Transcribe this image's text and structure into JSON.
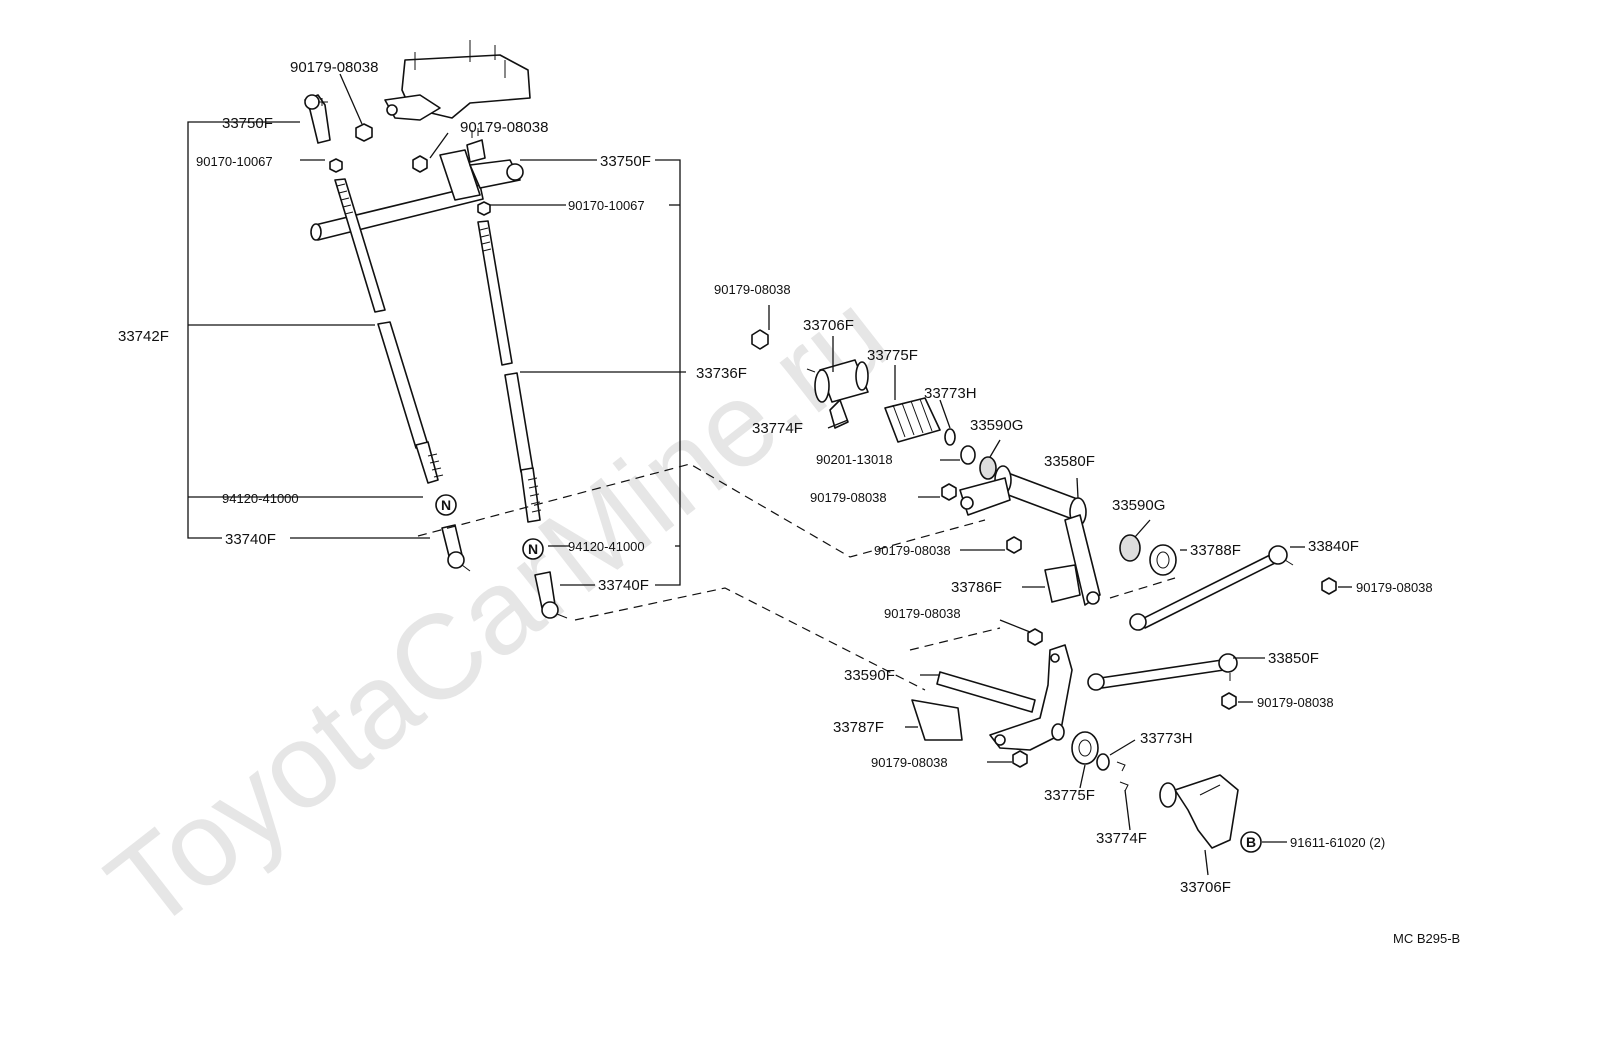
{
  "watermark": "ToyotaCarMine.ru",
  "figure_code": "MC B295-B",
  "labels": {
    "p_90179_08038_a": "90179-08038",
    "p_33750F_left": "33750F",
    "p_90179_08038_b": "90179-08038",
    "p_90170_10067_left": "90170-10067",
    "p_33750F_right": "33750F",
    "p_90170_10067_right": "90170-10067",
    "p_33742F": "33742F",
    "p_33736F": "33736F",
    "p_94120_41000_left": "94120-41000",
    "p_33740F_left": "33740F",
    "p_94120_41000_right": "94120-41000",
    "p_33740F_right": "33740F",
    "p_90179_08038_c": "90179-08038",
    "p_33706F_top": "33706F",
    "p_33775F_top": "33775F",
    "p_33773H_top": "33773H",
    "p_33774F_top": "33774F",
    "p_33590G_top": "33590G",
    "p_90201_13018": "90201-13018",
    "p_33580F": "33580F",
    "p_90179_08038_d": "90179-08038",
    "p_33590G_right": "33590G",
    "p_90179_08038_e": "90179-08038",
    "p_33788F": "33788F",
    "p_33840F": "33840F",
    "p_33786F": "33786F",
    "p_90179_08038_f": "90179-08038",
    "p_90179_08038_g": "90179-08038",
    "p_33590F": "33590F",
    "p_33850F": "33850F",
    "p_90179_08038_h": "90179-08038",
    "p_33787F": "33787F",
    "p_33773H_bot": "33773H",
    "p_90179_08038_i": "90179-08038",
    "p_33775F_bot": "33775F",
    "p_33774F_bot": "33774F",
    "p_91611_61020": "91611-61020 (2)",
    "p_33706F_bot": "33706F"
  },
  "symbols": {
    "n_symbol": "N",
    "b_symbol": "B"
  }
}
